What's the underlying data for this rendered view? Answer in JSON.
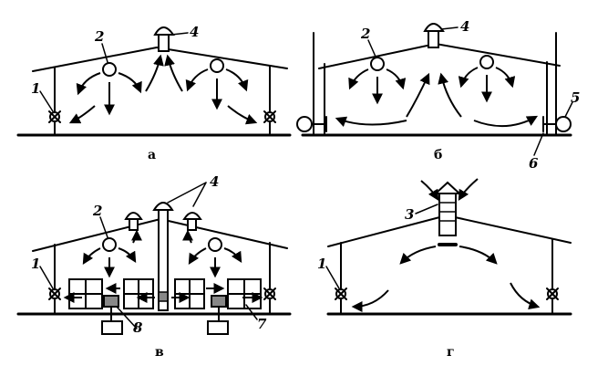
{
  "panels": [
    {
      "caption": "а",
      "labels": [
        "1",
        "2",
        "4"
      ]
    },
    {
      "caption": "б",
      "labels": [
        "2",
        "4",
        "5",
        "6"
      ]
    },
    {
      "caption": "в",
      "labels": [
        "1",
        "2",
        "4",
        "8",
        "7"
      ]
    },
    {
      "caption": "г",
      "labels": [
        "1",
        "3"
      ]
    }
  ]
}
